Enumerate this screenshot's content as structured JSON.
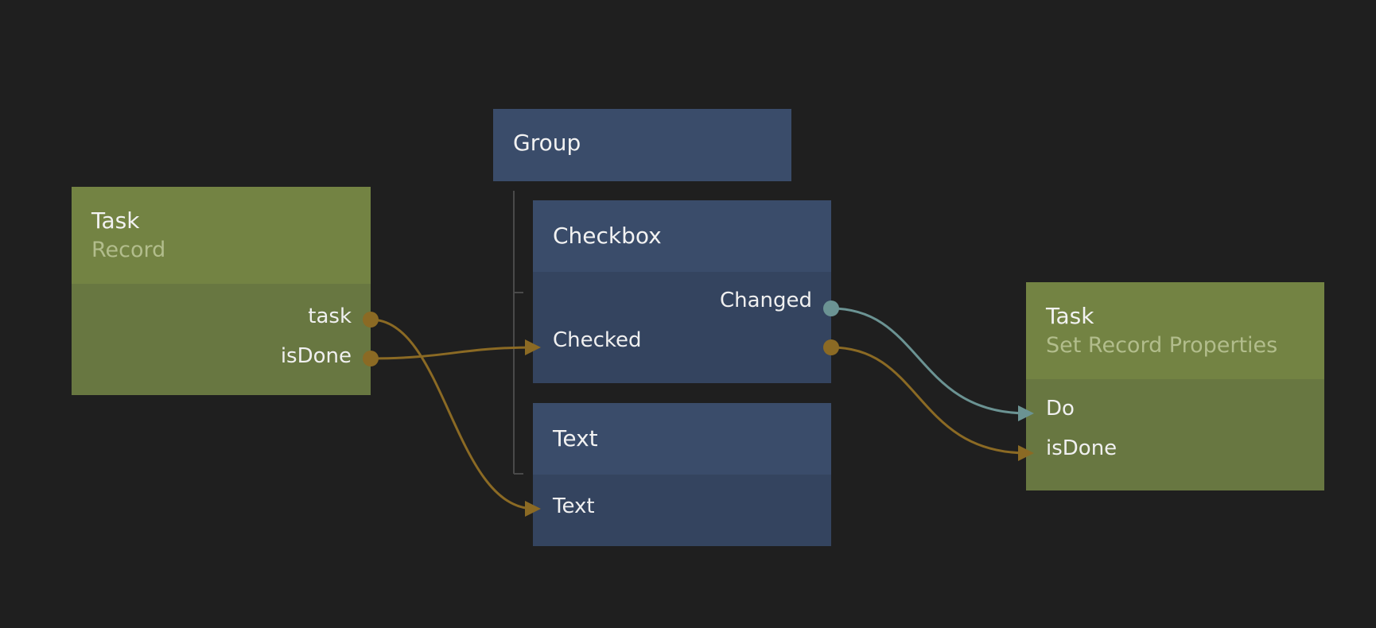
{
  "nodes": {
    "record": {
      "title": "Task",
      "subtitle": "Record",
      "outputs": {
        "task": "task",
        "isDone": "isDone"
      }
    },
    "group": {
      "title": "Group"
    },
    "checkbox": {
      "title": "Checkbox",
      "outputs": {
        "changed": "Changed"
      },
      "inputs": {
        "checked": "Checked"
      }
    },
    "text": {
      "title": "Text",
      "inputs": {
        "text": "Text"
      }
    },
    "set_record": {
      "title": "Task",
      "subtitle": "Set Record Properties",
      "inputs": {
        "do": "Do",
        "isDone": "isDone"
      }
    }
  },
  "colors": {
    "background": "#1f1f1f",
    "green_node_header": "#738343",
    "green_node_body": "#687741",
    "blue_node_header": "#3a4c6a",
    "blue_node_body": "#34445f",
    "data_wire": "#8b6a24",
    "signal_wire": "#6b9393"
  }
}
